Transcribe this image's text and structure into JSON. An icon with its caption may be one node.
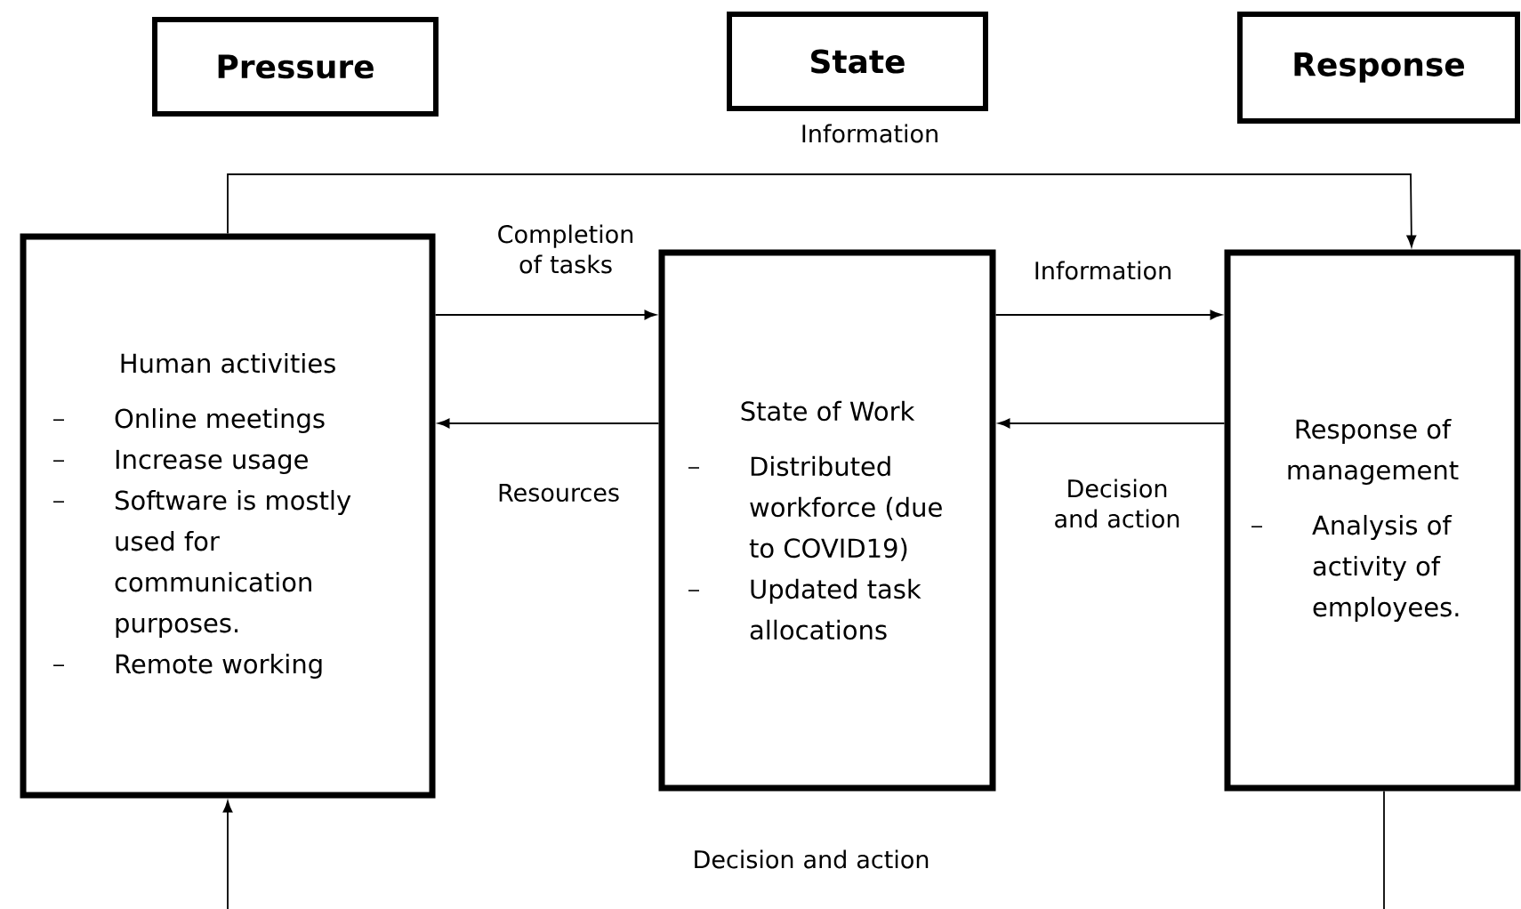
{
  "diagram": {
    "nodes": [
      {
        "text": [
          "Pressure"
        ]
      },
      {
        "text": [
          "State"
        ]
      },
      {
        "text": [
          "Response"
        ]
      },
      {
        "text": [
          "Human activities",
          "Online meetings",
          "Increase usage",
          "Software is mostly used for communication purposes.",
          "Remote working"
        ]
      },
      {
        "text": [
          "State of Work",
          "Distributed workforce (due to COVID19)",
          "Updated task allocations"
        ]
      },
      {
        "text": [
          "Response of management",
          "Analysis of activity of employees."
        ]
      }
    ],
    "edges": [
      {
        "from": 3,
        "to": 5,
        "arrow": "to",
        "label": "Information"
      },
      {
        "from": 3,
        "to": 4,
        "arrow": "to",
        "label": "Completion of tasks"
      },
      {
        "from": 4,
        "to": 5,
        "arrow": "to",
        "label": "Information"
      },
      {
        "from": 4,
        "to": 3,
        "arrow": "to",
        "label": "Resources"
      },
      {
        "from": 5,
        "to": 4,
        "arrow": "to",
        "label": "Decision and action"
      },
      {
        "from": 5,
        "to": 3,
        "arrow": "to",
        "label": "Decision and action"
      }
    ]
  }
}
